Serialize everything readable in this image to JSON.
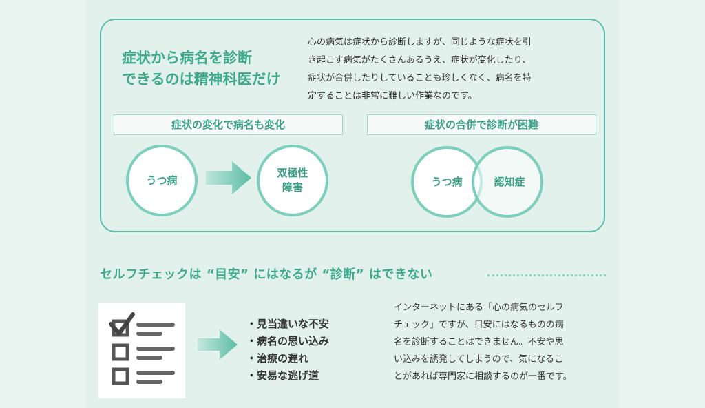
{
  "panel": {
    "title": "症状から病名を診断\nできるのは精神科医だけ",
    "description": "心の病気は症状から診断しますが、同じような症状を引\nき起こす病気がたくさんあるうえ、症状が変化したり、\n症状が合併したりしていることも珍しくなく、病名を特\n定することは非常に難しい作業なのです。",
    "left_label": "症状の変化で病名も変化",
    "right_label": "症状の合併で診断が困難",
    "left_from": "うつ病",
    "left_to": "双極性\n障害",
    "right_a": "うつ病",
    "right_b": "認知症"
  },
  "section": {
    "title": "セルフチェックは “目安” にはなるが “診断” はできない"
  },
  "bullets": [
    "見当違いな不安",
    "病名の思い込み",
    "治療の遅れ",
    "安易な逃げ道"
  ],
  "bottom_description": "インターネットにある「心の病気のセルフ\nチェック」ですが、目安にはなるものの病\n名を診断することはできません。不安や思\nい込みを誘発してしまうので、気になるこ\nとがあれば専門家に相談するのが一番です。",
  "icons": {
    "arrow": "arrow-right-icon",
    "checklist": "checklist-icon"
  },
  "colors": {
    "accent": "#3fa98c",
    "border": "#5bbfa8",
    "background": "#e3f1ec"
  }
}
